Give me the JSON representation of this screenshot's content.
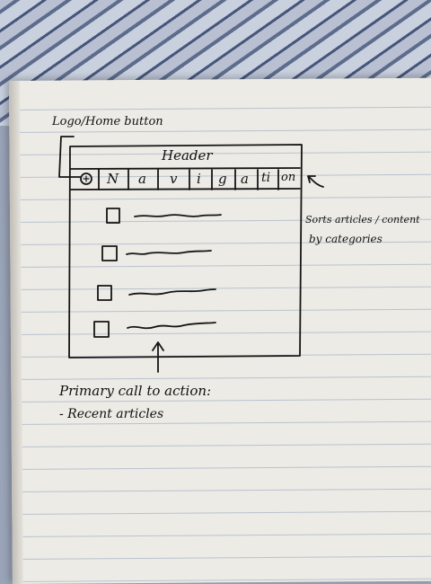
{
  "annotations": {
    "logo_home": "Logo/Home button",
    "header": "Header",
    "nav_note_line1": "Sorts articles / content",
    "nav_note_line2": "by categories",
    "primary_line1": "Primary call to action:",
    "primary_line2": "- Recent articles"
  },
  "navigation": {
    "letters": [
      "N",
      "a",
      "v",
      "i",
      "g",
      "a",
      "ti",
      "on"
    ]
  },
  "article_list": {
    "item_count": 4
  }
}
